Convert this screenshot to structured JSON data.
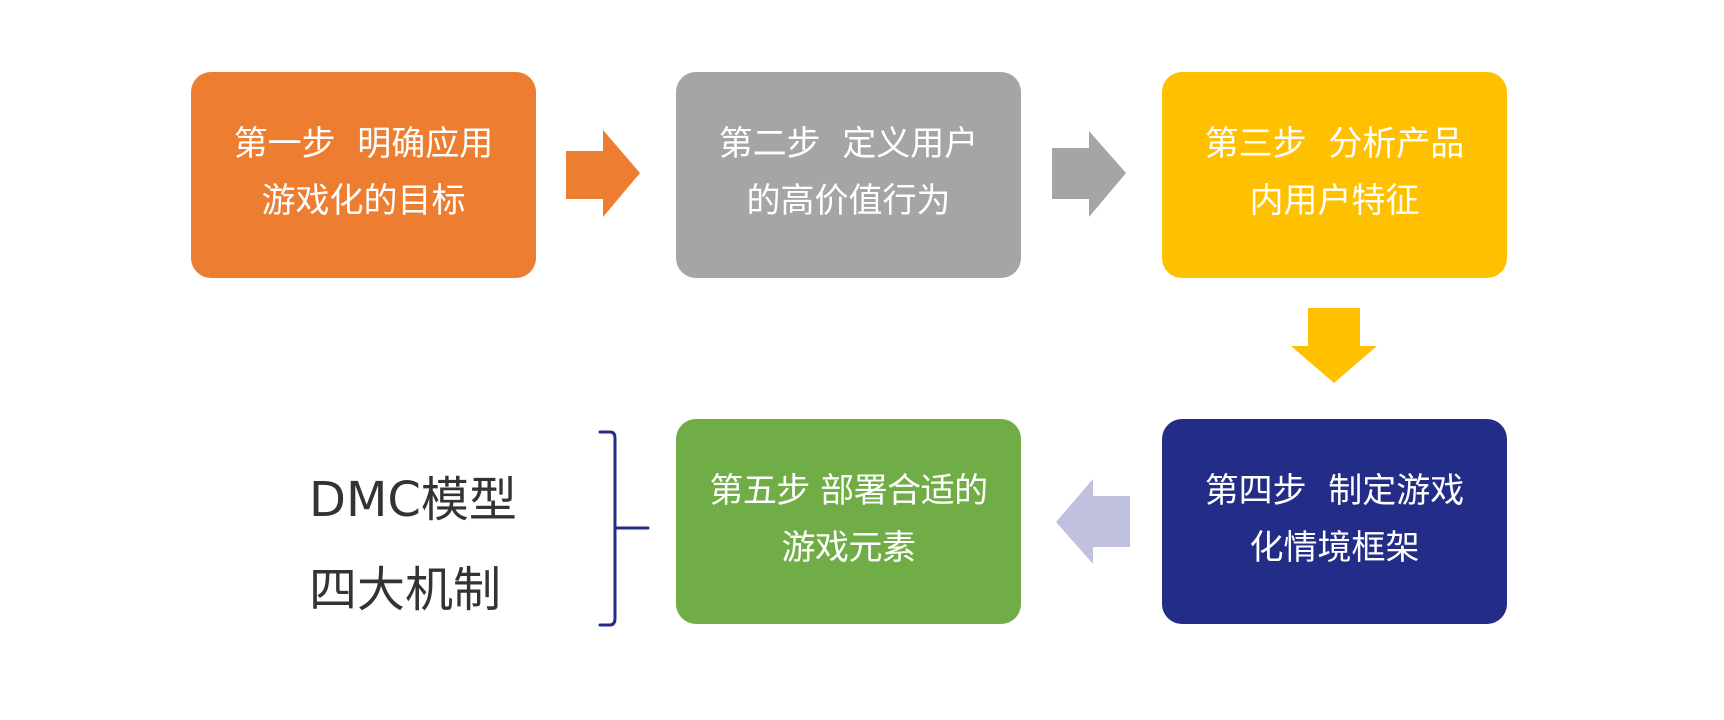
{
  "steps": [
    {
      "line1": "第一步  明确应用",
      "line2": "游戏化的目标",
      "color": "#ED7D31"
    },
    {
      "line1": "第二步  定义用户",
      "line2": "的高价值行为",
      "color": "#A5A5A5"
    },
    {
      "line1": "第三步  分析产品",
      "line2": "内用户特征",
      "color": "#FFC000"
    },
    {
      "line1": "第四步  制定游戏",
      "line2": "化情境框架",
      "color": "#232D88"
    },
    {
      "line1": "第五步 部署合适的",
      "line2": "游戏元素",
      "color": "#70AD47"
    }
  ],
  "arrows": [
    {
      "direction": "right",
      "color": "#ED7D31"
    },
    {
      "direction": "right",
      "color": "#A5A5A5"
    },
    {
      "direction": "down",
      "color": "#FFC000"
    },
    {
      "direction": "left",
      "color": "#BFC1DE"
    }
  ],
  "dmc": {
    "line1": "DMC模型",
    "line2": "四大机制",
    "bracket_color": "#232D88"
  }
}
